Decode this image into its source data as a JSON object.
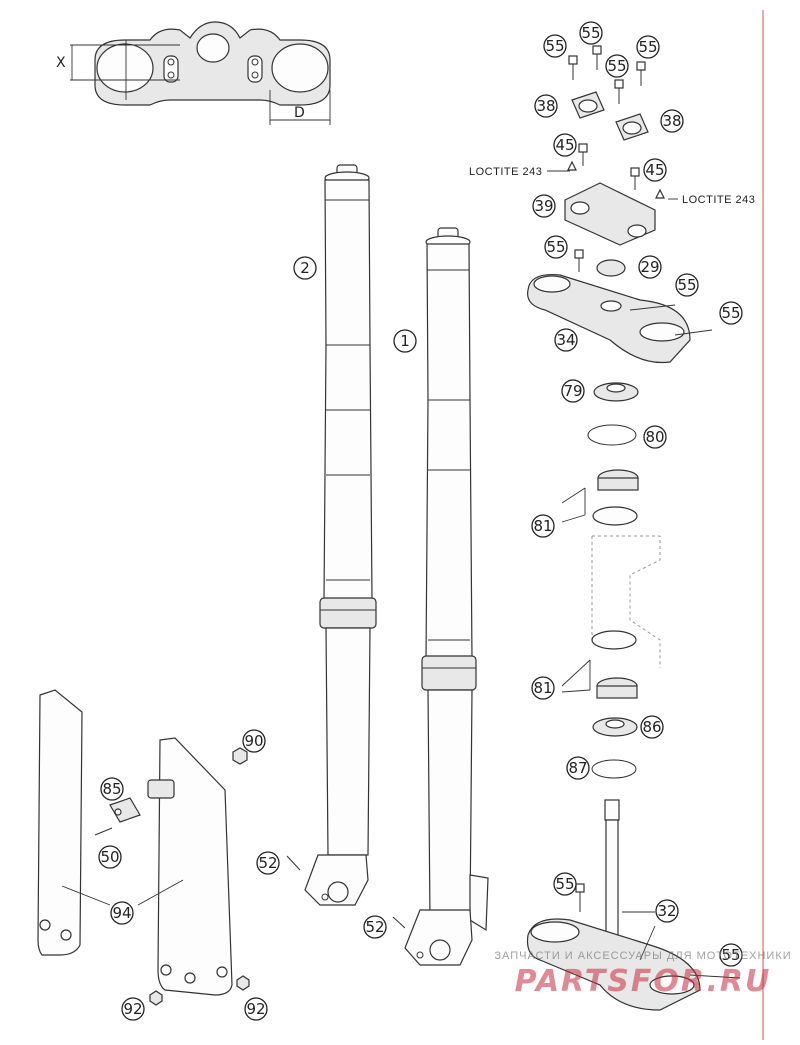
{
  "dimension_labels": {
    "x": "X",
    "d": "D"
  },
  "loctite": {
    "left": "LOCTITE 243",
    "right": "LOCTITE 243"
  },
  "callouts": {
    "c55a": "55",
    "c55b": "55",
    "c55c": "55",
    "c55d": "55",
    "c38a": "38",
    "c38b": "38",
    "c45a": "45",
    "c45b": "45",
    "c39": "39",
    "c55e": "55",
    "c29": "29",
    "c55f": "55",
    "c55g": "55",
    "c34": "34",
    "c79": "79",
    "c80": "80",
    "c81a": "81",
    "c81b": "81",
    "c86": "86",
    "c87": "87",
    "c32": "32",
    "c55h": "55",
    "c55i": "55",
    "c2": "2",
    "c1": "1",
    "c90": "90",
    "c85": "85",
    "c50": "50",
    "c94": "94",
    "c52a": "52",
    "c52b": "52",
    "c92a": "92",
    "c92b": "92"
  },
  "watermark": {
    "tagline": "ЗАПЧАСТИ И АКСЕССУАРЫ ДЛЯ МОТОТЕХНИКИ",
    "logo": "PARTSFOR.RU"
  },
  "colors": {
    "accent_line": "#e05050",
    "watermark": "#c8283c"
  }
}
